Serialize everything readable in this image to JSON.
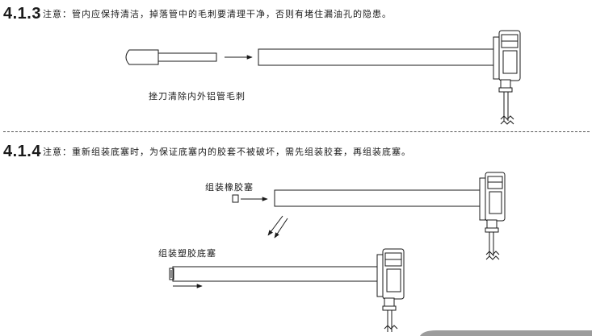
{
  "section1": {
    "number": "4.1.3",
    "note": "注意：管内应保持清洁，掉落管中的毛刺要清理干净，否则有堵住漏油孔的隐患。",
    "caption": "挫刀清除内外铝管毛刺"
  },
  "section2": {
    "number": "4.1.4",
    "note": "注意：重新组装底塞时，为保证底塞内的胶套不被破坏，需先组装胶套，再组装底塞。",
    "caption_rubber": "组装橡胶塞",
    "caption_plastic": "组装塑胶底塞"
  }
}
